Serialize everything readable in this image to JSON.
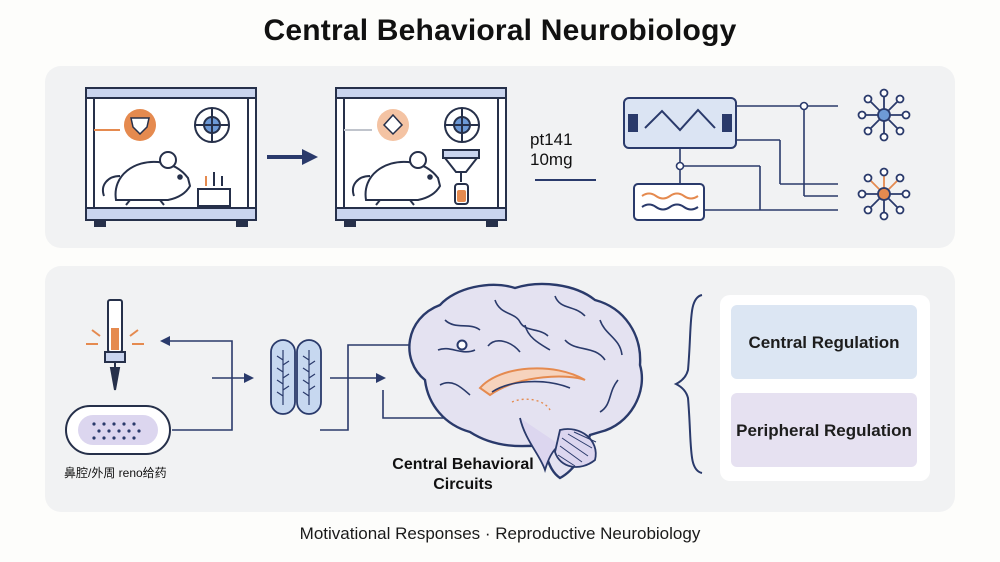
{
  "title": "Central Behavioral Neurobiology",
  "dose": {
    "line1": "pt141",
    "line2": "10mg"
  },
  "route_label": "鼻腔/外周 reno给药",
  "circuits_label": "Central Behavioral Circuits",
  "regulation": {
    "central": "Central Regulation",
    "peripheral": "Peripheral Regulation"
  },
  "footer": "Motivational Responses · Reproductive Neurobiology",
  "colors": {
    "accent_orange": "#e58a4f",
    "navy": "#2a3a6b",
    "cage_blue": "#c9d4ee",
    "brain_fill": "#e4e2f1",
    "central_box": "#dce6f3",
    "peripheral_box": "#e6e1f1"
  }
}
